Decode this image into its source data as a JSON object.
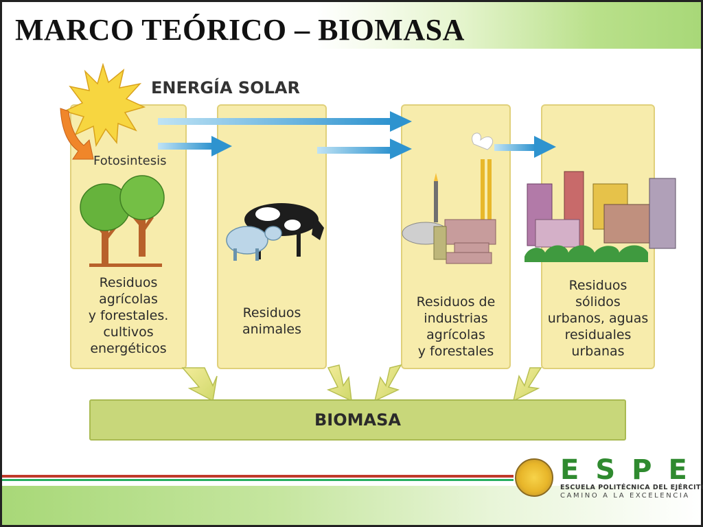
{
  "slide": {
    "title": "MARCO TEÓRICO – BIOMASA"
  },
  "diagram": {
    "energy_label": "ENERGÍA SOLAR",
    "photosynthesis_label": "Fotosintesis",
    "columns": [
      {
        "lines": [
          "Residuos",
          "agrícolas",
          "y forestales.",
          "cultivos",
          "energéticos"
        ],
        "icon": "trees-icon"
      },
      {
        "lines": [
          "Residuos",
          "animales"
        ],
        "icon": "cow-sheep-icon"
      },
      {
        "lines": [
          "Residuos de",
          "industrias",
          "agrícolas",
          "y forestales"
        ],
        "icon": "factory-icon"
      },
      {
        "lines": [
          "Residuos",
          "sólidos",
          "urbanos, aguas",
          "residuales",
          "urbanas"
        ],
        "icon": "city-icon"
      }
    ],
    "result_label": "BIOMASA"
  },
  "footer": {
    "brand": "ESPE",
    "school": "ESCUELA POLITÉCNICA DEL EJÉRCITO",
    "motto": "CAMINO A LA EXCELENCIA"
  },
  "colors": {
    "column_fill": "#f7ecac",
    "arrow_blue": "#3aa3d9",
    "biomasa_bar": "#c8d77a",
    "brand_green": "#2f8a2f"
  }
}
